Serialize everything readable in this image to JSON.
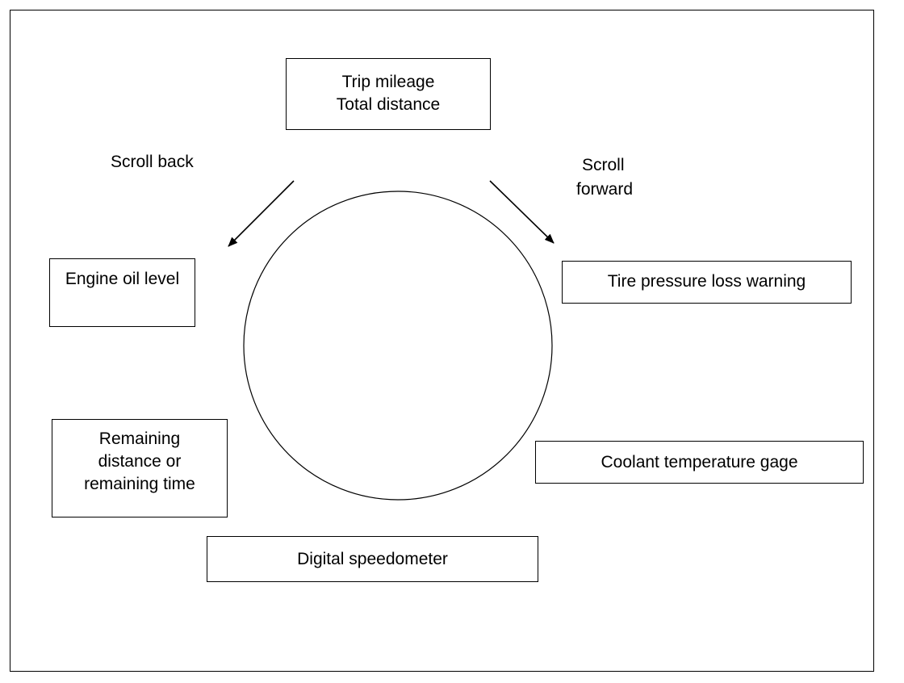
{
  "diagram": {
    "top_box": {
      "line1": "Trip mileage",
      "line2": "Total distance"
    },
    "left_top_box": {
      "text": "Engine oil level"
    },
    "left_bottom_box": {
      "line1": "Remaining",
      "line2": "distance or",
      "line3": "remaining time"
    },
    "bottom_box": {
      "text": "Digital speedometer"
    },
    "right_top_box": {
      "text": "Tire pressure loss warning"
    },
    "right_bottom_box": {
      "text": "Coolant temperature gage"
    },
    "scroll_back": {
      "text": "Scroll back"
    },
    "scroll_forward": {
      "line1": "Scroll",
      "line2": "forward"
    }
  }
}
